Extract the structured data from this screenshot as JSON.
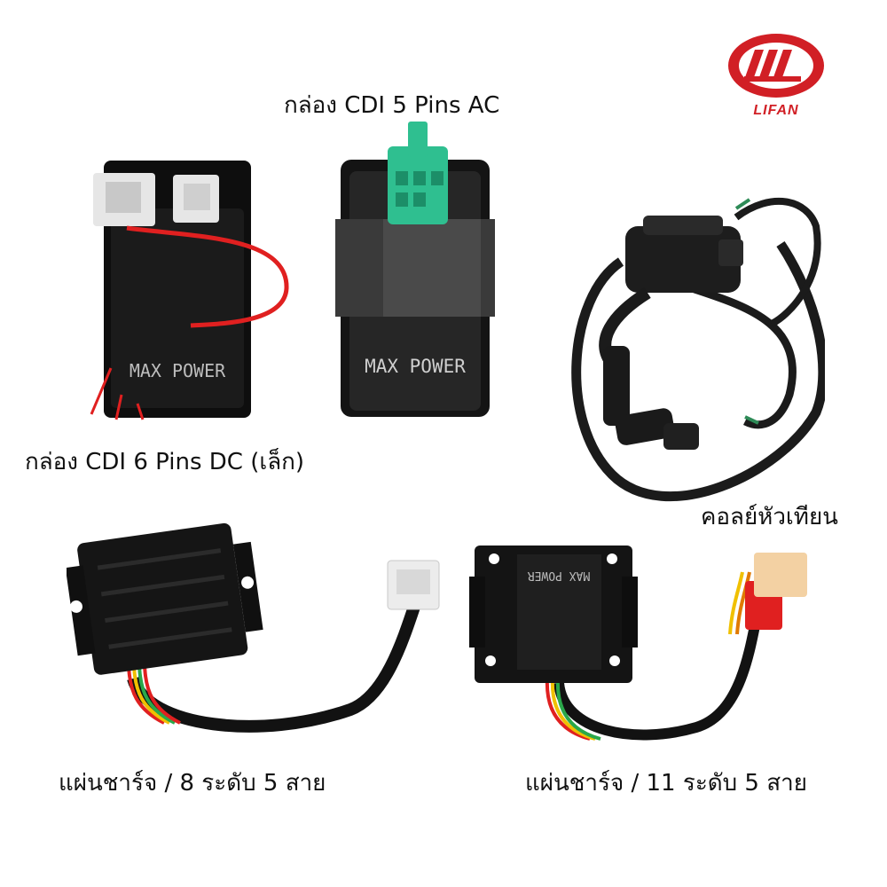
{
  "brand": {
    "name": "LIFAN",
    "color": "#d11f25"
  },
  "products": [
    {
      "label": "กล่อง CDI 5 Pins AC",
      "printed": "MAX POWER",
      "connector_color": "#2fbf90"
    },
    {
      "label": "กล่อง CDI 6 Pins DC (เล็ก)",
      "printed": "MAX POWER",
      "wire_color": "#e02020"
    },
    {
      "label": "คอลย์หัวเทียน"
    },
    {
      "label": "แผ่นชาร์จ / 8 ระดับ 5 สาย"
    },
    {
      "label": "แผ่นชาร์จ / 11 ระดับ 5 สาย",
      "printed": "MAX POWER",
      "connector_color": "#f3d1a3"
    }
  ]
}
